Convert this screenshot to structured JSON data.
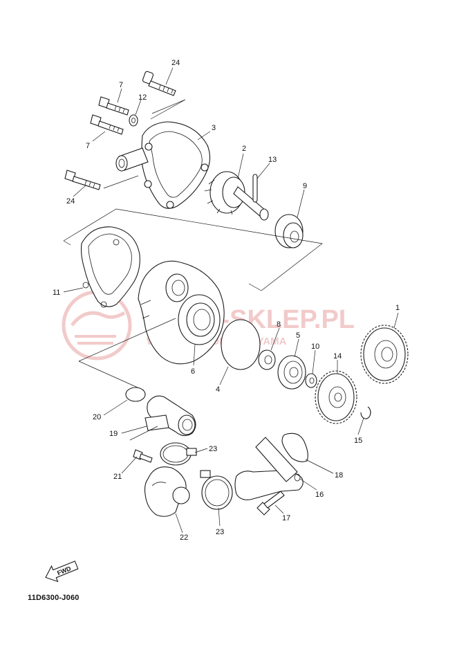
{
  "diagram": {
    "code": "11D6300-J060",
    "fwd_label": "FWD",
    "watermark": {
      "brand": "A-SKLEP.PL",
      "tagline": "W   CHOWICZ DEALER YAMA",
      "color": "#e8a0a0"
    },
    "callouts": [
      {
        "id": "24a",
        "label": "24"
      },
      {
        "id": "7a",
        "label": "7"
      },
      {
        "id": "12",
        "label": "12"
      },
      {
        "id": "7b",
        "label": "7"
      },
      {
        "id": "3",
        "label": "3"
      },
      {
        "id": "2",
        "label": "2"
      },
      {
        "id": "13",
        "label": "13"
      },
      {
        "id": "24b",
        "label": "24"
      },
      {
        "id": "9",
        "label": "9"
      },
      {
        "id": "11",
        "label": "11"
      },
      {
        "id": "1",
        "label": "1"
      },
      {
        "id": "8",
        "label": "8"
      },
      {
        "id": "5",
        "label": "5"
      },
      {
        "id": "10",
        "label": "10"
      },
      {
        "id": "14",
        "label": "14"
      },
      {
        "id": "6",
        "label": "6"
      },
      {
        "id": "4",
        "label": "4"
      },
      {
        "id": "15",
        "label": "15"
      },
      {
        "id": "20",
        "label": "20"
      },
      {
        "id": "19",
        "label": "19"
      },
      {
        "id": "23a",
        "label": "23"
      },
      {
        "id": "21",
        "label": "21"
      },
      {
        "id": "18",
        "label": "18"
      },
      {
        "id": "16",
        "label": "16"
      },
      {
        "id": "17",
        "label": "17"
      },
      {
        "id": "22",
        "label": "22"
      },
      {
        "id": "23b",
        "label": "23"
      }
    ]
  }
}
